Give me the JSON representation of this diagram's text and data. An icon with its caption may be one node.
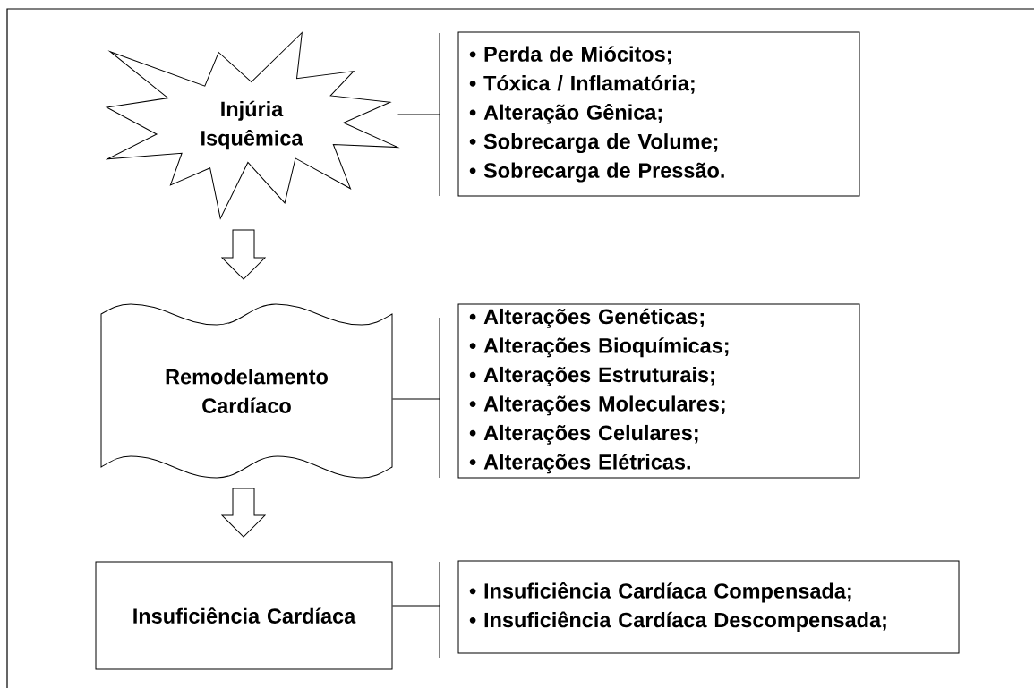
{
  "diagram": {
    "nodes": [
      {
        "text": [
          "Injúria Isquêmica"
        ]
      },
      {
        "text": [
          "• Perda de Miócitos;",
          "• Tóxica / Inflamatória;",
          "• Alteração Gênica;",
          "• Sobrecarga de Volume;",
          "• Sobrecarga de Pressão."
        ]
      },
      {
        "text": [
          "Remodelamento Cardíaco"
        ]
      },
      {
        "text": [
          "• Alterações Genéticas;",
          "• Alterações Bioquímicas;",
          "• Alterações Estruturais;",
          "• Alterações Moleculares;",
          "• Alterações Celulares;",
          "• Alterações Elétricas."
        ]
      },
      {
        "text": [
          "Insuficiência Cardíaca"
        ]
      },
      {
        "text": [
          "• Insuficiência Cardíaca Compensada;",
          "• Insuficiência Cardíaca Descompensada;"
        ]
      }
    ],
    "edges": [
      {
        "from": 0,
        "to": 1,
        "arrow": "none"
      },
      {
        "from": 0,
        "to": 2,
        "arrow": "to"
      },
      {
        "from": 2,
        "to": 3,
        "arrow": "none"
      },
      {
        "from": 2,
        "to": 4,
        "arrow": "to"
      },
      {
        "from": 4,
        "to": 5,
        "arrow": "none"
      }
    ]
  }
}
